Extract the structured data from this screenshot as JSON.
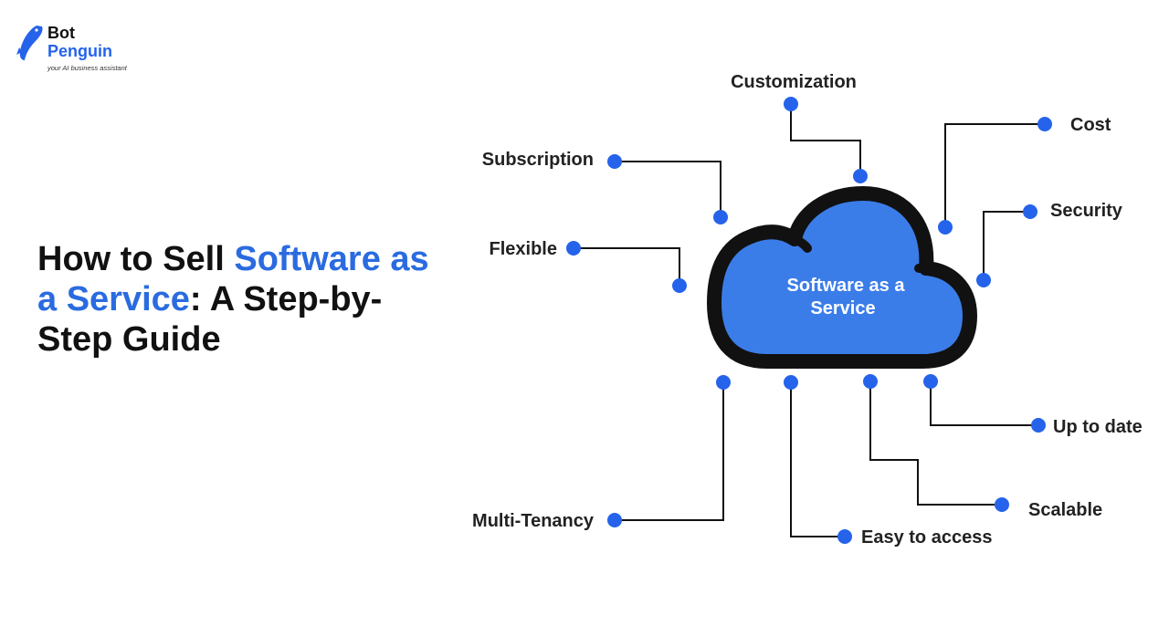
{
  "brand": {
    "name_line1": "Bot",
    "name_line2": "Penguin",
    "tagline": "your AI business assistant",
    "brand_color": "#2563eb"
  },
  "headline": {
    "part1": "How to Sell ",
    "highlight": "Software as a Service",
    "part2": ": A Step-by-Step Guide",
    "highlight_color": "#2a6be0"
  },
  "diagram": {
    "center_line1": "Software as a",
    "center_line2": "Service",
    "cloud_fill": "#3b7de8",
    "cloud_outline": "#111111",
    "dot_color": "#2563eb",
    "nodes": [
      "Customization",
      "Cost",
      "Subscription",
      "Security",
      "Flexible",
      "Up to date",
      "Scalable",
      "Multi-Tenancy",
      "Easy to access"
    ]
  }
}
